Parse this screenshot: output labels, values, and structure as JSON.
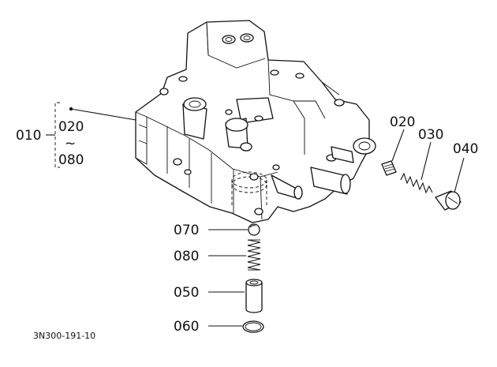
{
  "diagram": {
    "drawing_code": "3N300-191-10",
    "callouts": {
      "assembly": "010",
      "range_start": "020",
      "range_sep": "~",
      "range_end": "080",
      "ball": "070",
      "spring_lower": "080",
      "plunger": "050",
      "oring": "060",
      "seat": "020",
      "spring_side": "030",
      "plug": "040"
    }
  }
}
